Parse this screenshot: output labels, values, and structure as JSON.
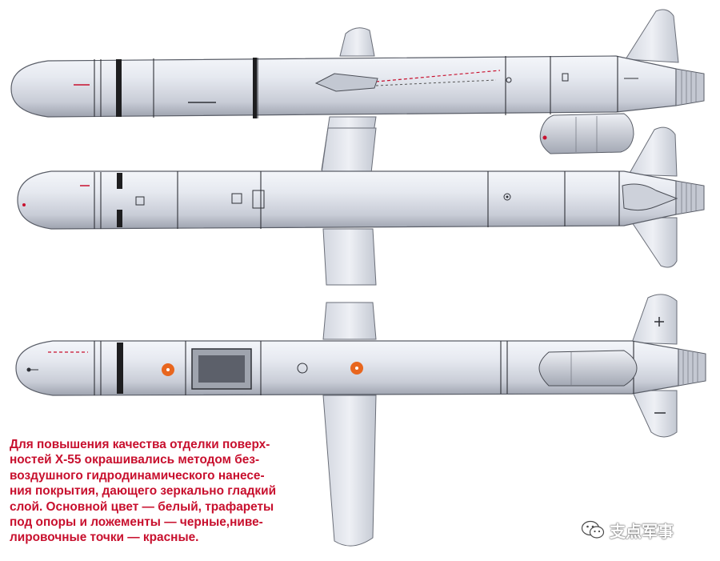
{
  "caption": {
    "lines": [
      "Для повышения качества отделки поверх-",
      "ностей Х-55 окрашивались методом без-",
      "воздушного гидродинамического нанесе-",
      "ния покрытия, дающего зеркально гладкий",
      "слой. Основной цвет — белый, трафареты",
      "под опоры и ложементы — черные,ниве-",
      "лировочные точки — красные."
    ]
  },
  "watermark": {
    "icon": "wechat-icon",
    "text": "支点军事"
  },
  "colors": {
    "body_fill": "#dde1ea",
    "body_shade": "#a9aeba",
    "outline": "#3a3d44",
    "stencil_black": "#1e1e20",
    "leveling_dot": "#e8661e",
    "caption_text": "#c8102e"
  },
  "views": [
    {
      "name": "side-view-top",
      "subject": "missile-side-view"
    },
    {
      "name": "side-view-middle",
      "subject": "missile-side-view"
    },
    {
      "name": "plan-view-bottom",
      "subject": "missile-plan-view"
    }
  ]
}
